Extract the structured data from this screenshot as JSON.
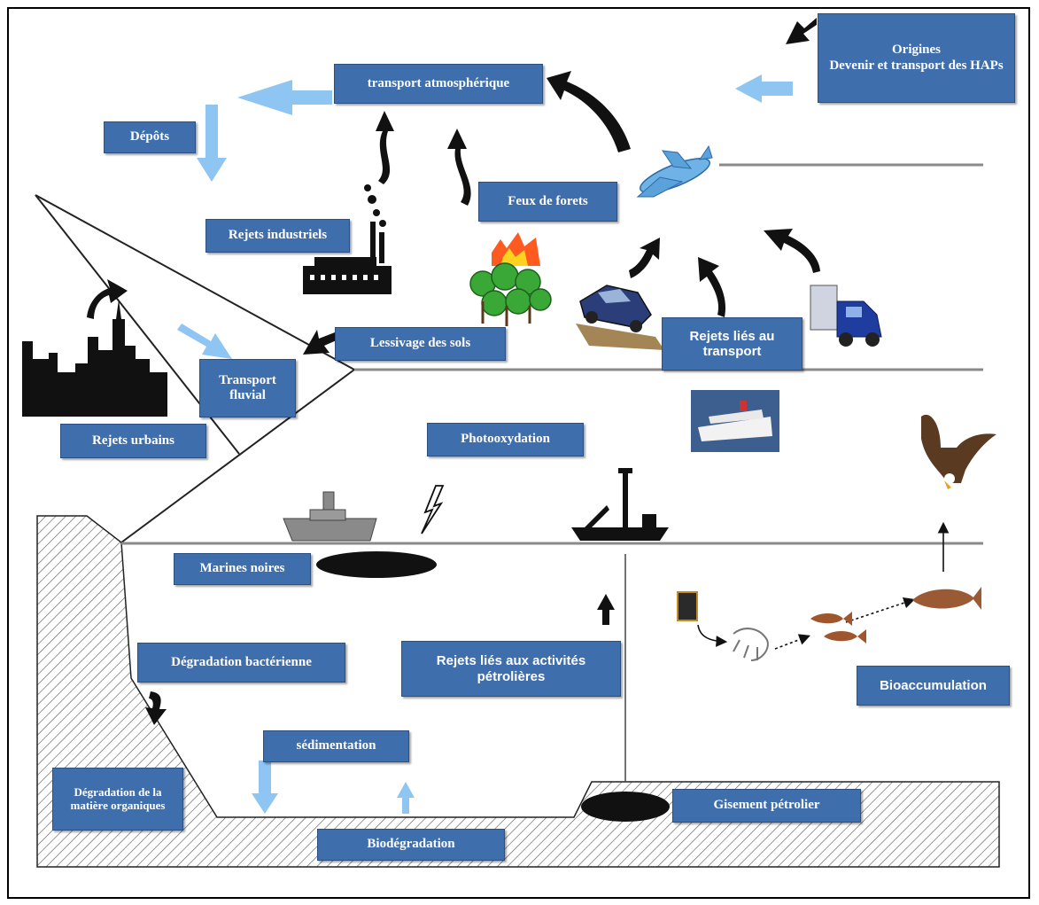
{
  "labels": {
    "origines": "Origines\nDevenir et transport des HAPs",
    "transport_atmo": "transport atmosphérique",
    "depots": "Dépôts",
    "feux": "Feux de forets",
    "rejets_ind": "Rejets industriels",
    "lessivage": "Lessivage des sols",
    "rejets_transport": "Rejets liés au transport",
    "transport_fluvial": "Transport\nfluvial",
    "rejets_urbains": "Rejets urbains",
    "photooxydation": "Photooxydation",
    "marines_noires": "Marines noires",
    "degradation_bact": "Dégradation bactérienne",
    "rejets_petrol": "Rejets liés aux activités pétrolières",
    "bioaccumulation": "Bioaccumulation",
    "sedimentation": "sédimentation",
    "degradation_mo": "Dégradation de la matière organiques",
    "biodegradation": "Biodégradation",
    "gisement": "Gisement pétrolier"
  },
  "colors": {
    "label_bg": "#3f6ead",
    "light_arrow": "#8ec5f2",
    "dark_arrow": "#111111",
    "line_gray": "#8a8a8a"
  },
  "icons": [
    "factory-icon",
    "forest-fire-icon",
    "car-icon",
    "truck-icon",
    "airplane-icon",
    "ship-icon",
    "city-skyline-icon",
    "fishing-boat-icon",
    "drilling-ship-icon",
    "oil-slick-icon",
    "oil-reservoir-icon",
    "eagle-icon",
    "fish-icon",
    "shrimp-icon",
    "plankton-icon",
    "lightning-icon"
  ]
}
